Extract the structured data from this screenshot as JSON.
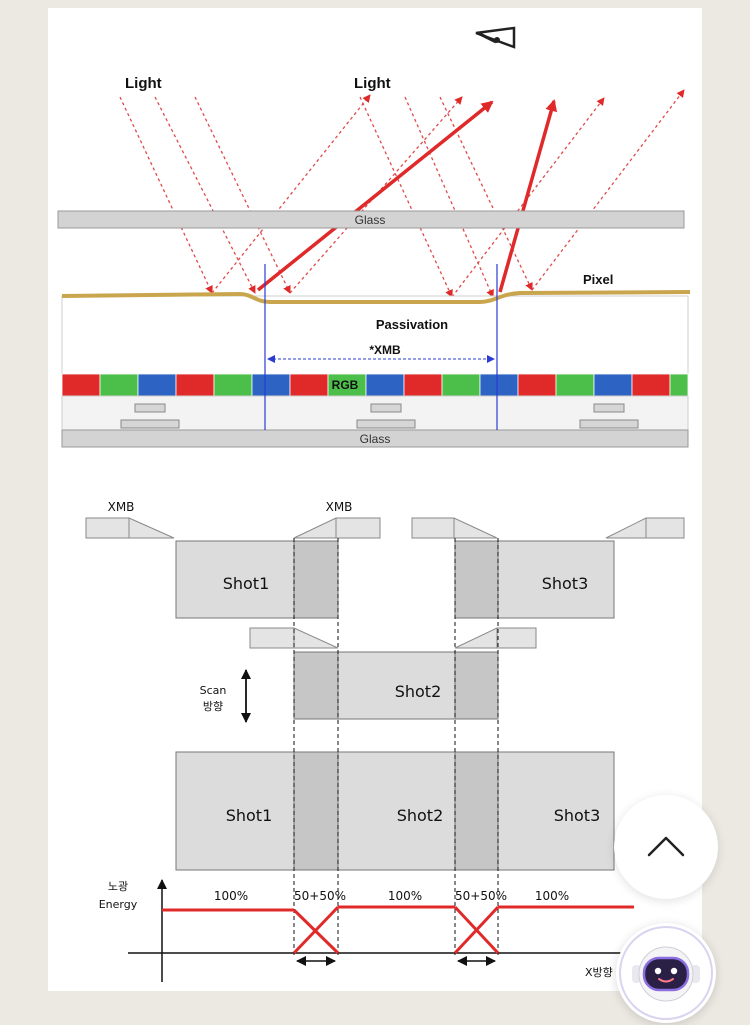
{
  "top_diagram": {
    "light_label_left": "Light",
    "light_label_right": "Light",
    "glass_top_label": "Glass",
    "pixel_label": "Pixel",
    "passivation_label": "Passivation",
    "xmb_label": "*XMB",
    "rgb_label": "RGB",
    "glass_bottom_label": "Glass",
    "colors": {
      "red": "#e02a2a",
      "green": "#4cbf4a",
      "blue": "#2d63c2",
      "pixel_gold": "#c9a64e",
      "guide_blue": "#2a3bd6"
    }
  },
  "bottom_diagram": {
    "xmb_label_left": "XMB",
    "xmb_label_center": "XMB",
    "shot1_label": "Shot1",
    "shot2_label": "Shot2",
    "shot3_label": "Shot3",
    "scan_label_line1": "Scan",
    "scan_label_line2": "방향",
    "merged_shot1_label": "Shot1",
    "merged_shot2_label": "Shot2",
    "merged_shot3_label": "Shot3",
    "energy_label_line1": "노광",
    "energy_label_line2": "Energy",
    "energy_values": [
      "100%",
      "50+50%",
      "100%",
      "50+50%",
      "100%"
    ],
    "x_axis_label": "X방향"
  },
  "widgets": {
    "scroll_top_icon": "chevron-up-icon",
    "chatbot_icon": "chatbot-robot-icon"
  }
}
